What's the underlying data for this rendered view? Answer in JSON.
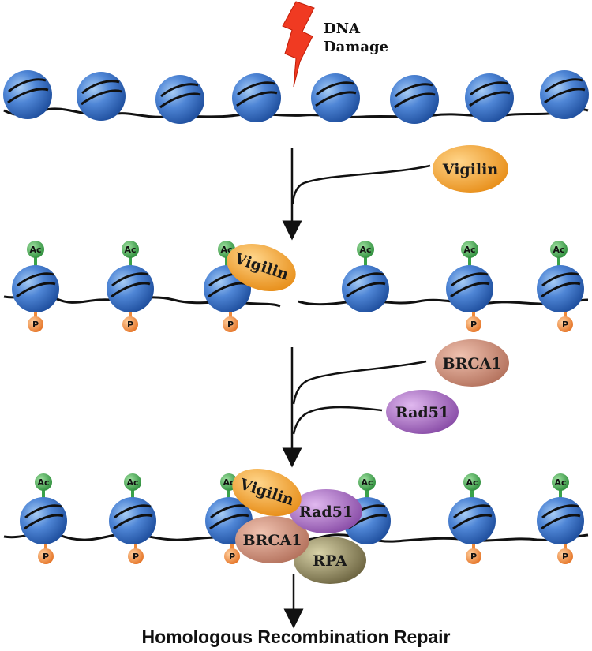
{
  "damage_label": [
    "DNA",
    "Damage"
  ],
  "modifications": {
    "acetyl": "Ac",
    "phospho": "P"
  },
  "proteins": {
    "vigilin": "Vigilin",
    "brca1": "BRCA1",
    "rad51": "Rad51",
    "rpa": "RPA"
  },
  "outcome_label": "Homologous Recombination Repair",
  "colors": {
    "nucleosome": "#4f86d6",
    "acetyl": "#3aa24a",
    "phospho": "#f08a3a",
    "vigilin": "#f5a93a",
    "brca1": "#c98f7a",
    "rad51": "#a670c0",
    "rpa": "#8e8660",
    "damage": "#f03a22",
    "dna": "#111111"
  }
}
